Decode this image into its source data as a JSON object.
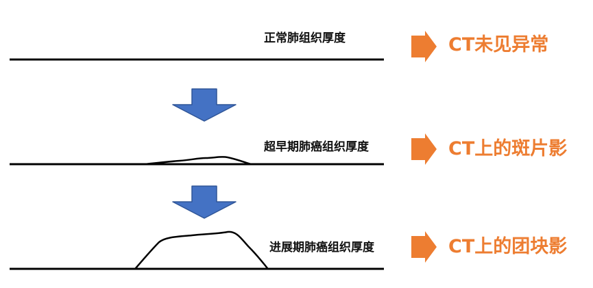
{
  "colors": {
    "baseline": "#000000",
    "down_arrow": "#4472c4",
    "down_arrow_border": "#2f5597",
    "result_arrow": "#ed7d31",
    "result_text": "#ed7d31",
    "label_text": "#111111"
  },
  "stages": [
    {
      "tissue_label": "正常肺组织厚度",
      "result_text": "CT未见异常"
    },
    {
      "tissue_label": "超早期肺癌组织厚度",
      "result_text": "CT上的斑片影"
    },
    {
      "tissue_label": "进展期肺癌组织厚度",
      "result_text": "CT上的团块影"
    }
  ]
}
